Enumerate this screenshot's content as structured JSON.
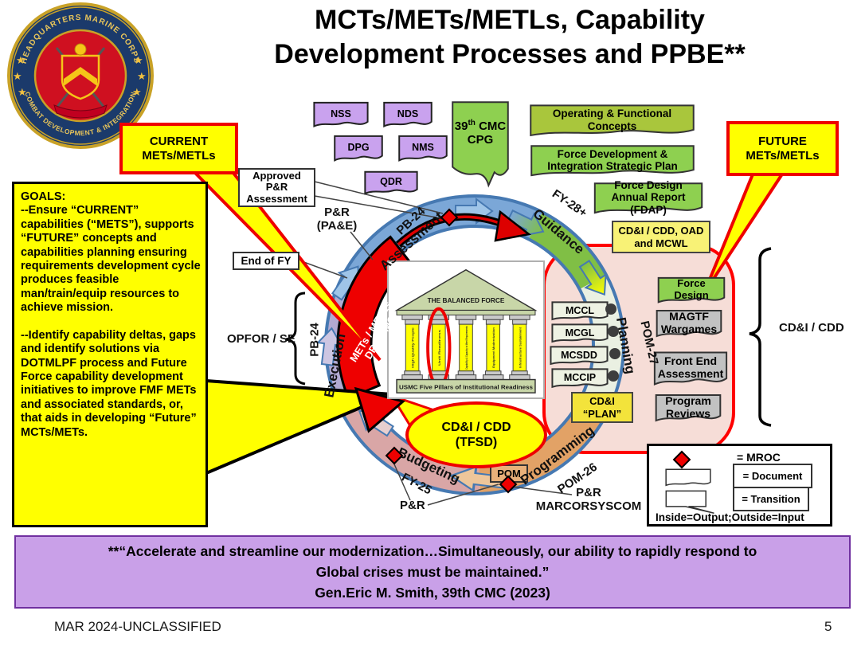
{
  "slide": {
    "title_line1": "MCTs/METs/METLs, Capability",
    "title_line2": "Development Processes and PPBE**",
    "footer_classification": "MAR 2024-UNCLASSIFIED",
    "footer_page": "5"
  },
  "logo": {
    "ring_top": "HEADQUARTERS MARINE CORPS",
    "ring_bottom": "COMBAT DEVELOPMENT & INTEGRATION"
  },
  "callouts": {
    "current": "CURRENT\nMETs/METLs",
    "future": "FUTURE\nMETs/METLs"
  },
  "goals": {
    "text": "GOALS:\n--Ensure “CURRENT” capabilities (“METS”), supports “FUTURE” concepts and capabilities planning ensuring requirements development cycle produces feasible man/train/equip resources to achieve mission.\n\n--Identify capability deltas, gaps and identify solutions via DOTMLPF process and Future Force capability development initiatives to improve FMF METs and associated standards, or, that aids in developing “Future” MCTs/METs."
  },
  "strategy_docs": {
    "nss": "NSS",
    "nds": "NDS",
    "dpg": "DPG",
    "nms": "NMS",
    "qdr": "QDR",
    "cpg_num": "39",
    "cpg_sup": "th",
    "cpg_rest": " CMC",
    "cpg_line2": "CPG"
  },
  "concept_docs": {
    "operating": "Operating & Functional Concepts",
    "fdisp": "Force Development & Integration Strategic Plan",
    "fdar": "Force Design Annual Report (FDAP)"
  },
  "cycle": {
    "assessment": "Assessment",
    "guidance": "Guidance",
    "planning": "Planning",
    "programming": "Programming",
    "budgeting": "Budgeting",
    "execution": "Execution",
    "fy28": "FY-28+",
    "pom27": "POM-27",
    "pom26": "POM-26",
    "fy25": "FY-25",
    "pb24_top": "PB-24",
    "pb24_left": "PB-24",
    "red_band": "METs / METLs\nDRRS-MC",
    "approved_box": "Approved\nP&R\nAssessment",
    "end_of_fy": "End of FY",
    "pr_pae": "P&R\n(PA&E)",
    "opfor": "OPFOR / SE",
    "pr_bottom": "P&R",
    "pr_marcorsyscom": "P&R\nMARCORSYSCOM",
    "pom_box": "POM",
    "tfsd": "CD&I / CDD\n(TFSD)",
    "cdi_plan": "CD&I\n“PLAN”",
    "cdi_oad": "CD&I / CDD, OAD\nand MCWL",
    "bracket_right": "CD&I / CDD"
  },
  "planning_docs": {
    "mccl": "MCCL",
    "mcgl": "MCGL",
    "mcsdd": "MCSDD",
    "mccip": "MCCIP",
    "force_design": "Force\nDesign",
    "magtf": "MAGTF\nWargames",
    "front_end": "Front End\nAssessment",
    "program_reviews": "Program\nReviews"
  },
  "temple": {
    "pediment": "THE BALANCED FORCE",
    "base": "USMC Five Pillars of Institutional Readiness",
    "pillars": [
      "High Quality People",
      "Unit Readiness",
      "Capability & Capacity to Meet Requirements",
      "Equipment Modernization",
      "Infrastructure Sustainment"
    ]
  },
  "legend": {
    "mroc": "= MROC",
    "document": "= Document",
    "transition": "= Transition",
    "note": "Inside=Output;Outside=Input"
  },
  "quote": {
    "text": "**“Accelerate and streamline our modernization…Simultaneously, our ability to rapidly respond to\nGlobal crises must be maintained.”\nGen.Eric M. Smith, 39th CMC (2023)"
  },
  "colors": {
    "accent_red": "#ff0000",
    "yellow": "#ffff00",
    "purple_doc": "#c9a2ee",
    "green_doc": "#8ed050",
    "quote_purple": "#c9a0e8",
    "ring_blue": "#4679b2"
  }
}
